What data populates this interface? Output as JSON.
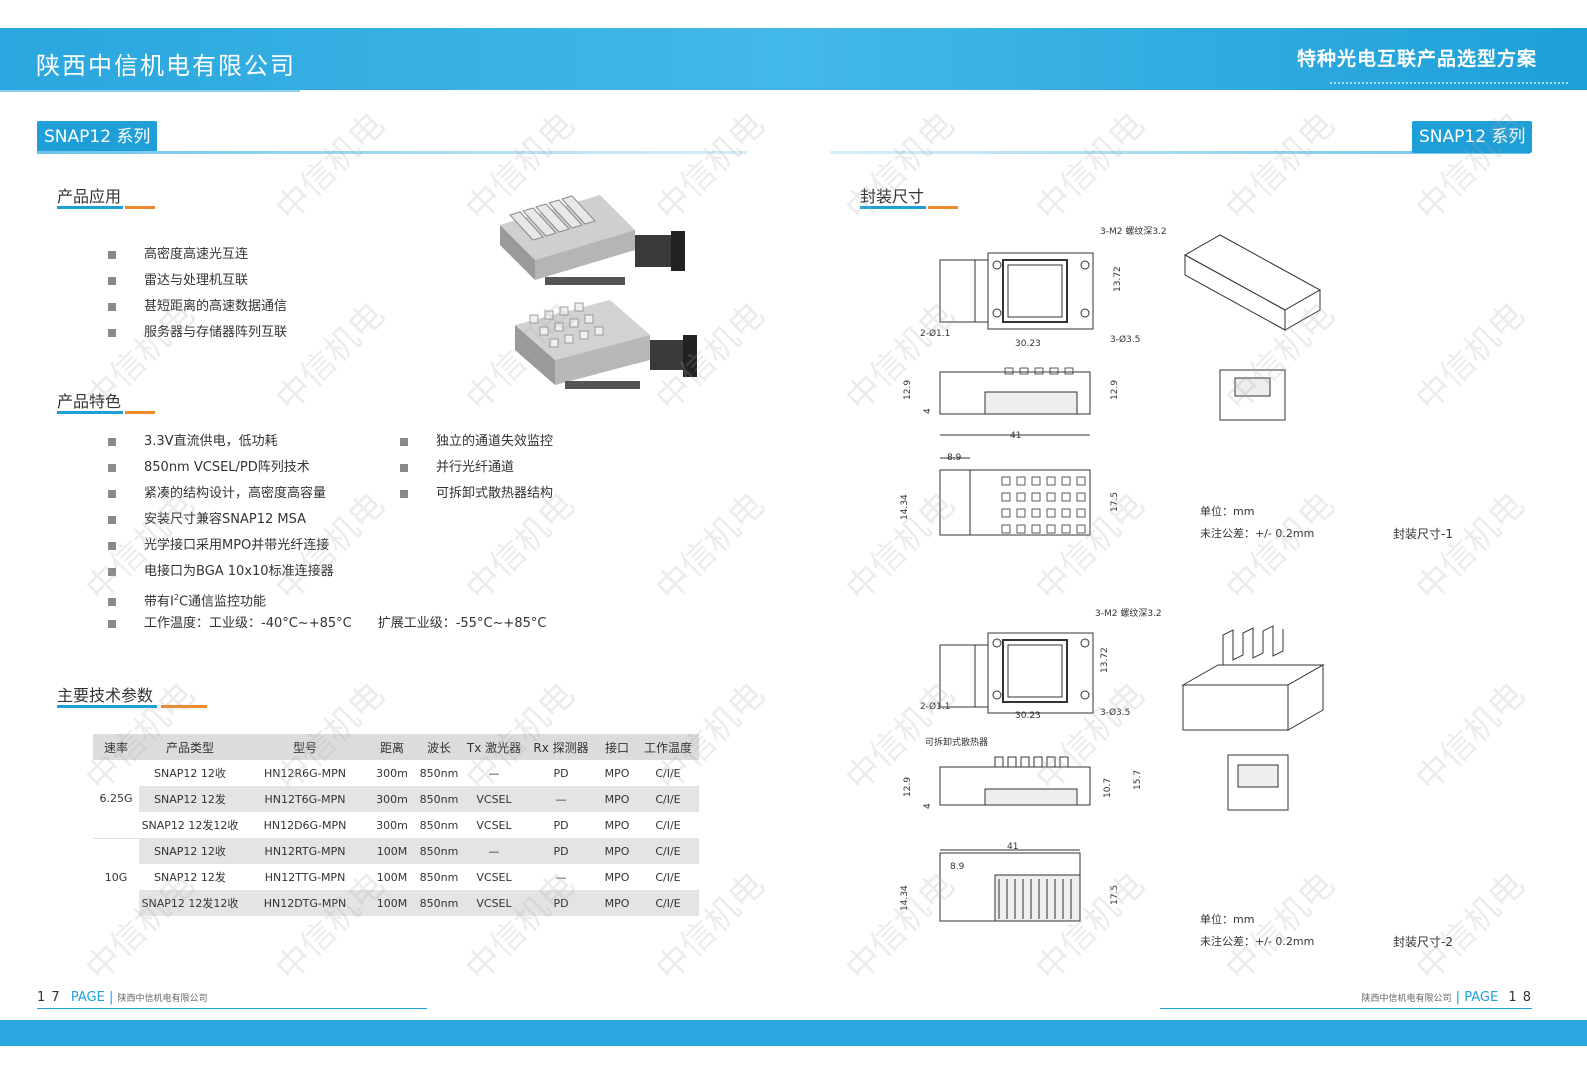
{
  "header": {
    "company": "陕西中信机电有限公司",
    "doc_title": "特种光电互联产品选型方案"
  },
  "left": {
    "series_label": "SNAP12 系列",
    "app": {
      "heading": "产品应用",
      "items": [
        "高密度高速光互连",
        "雷达与处理机互联",
        "甚短距离的高速数据通信",
        "服务器与存储器阵列互联"
      ]
    },
    "features": {
      "heading": "产品特色",
      "col1": [
        "3.3V直流供电，低功耗",
        "850nm VCSEL/PD阵列技术",
        "紧凑的结构设计，高密度高容量",
        "安装尺寸兼容SNAP12 MSA",
        "光学接口采用MPO并带光纤连接",
        "电接口为BGA 10x10标准连接器"
      ],
      "i2c": {
        "pre": "带有I",
        "sup": "2",
        "post": "C通信监控功能"
      },
      "temp": {
        "label": "工作温度：工业级：-40°C~+85°C",
        "ext": "扩展工业级：-55°C~+85°C"
      },
      "col2": [
        "独立的通道失效监控",
        "并行光纤通道",
        "可拆卸式散热器结构"
      ]
    },
    "params": {
      "heading": "主要技术参数",
      "headers": [
        "速率",
        "产品类型",
        "型号",
        "距离",
        "波长",
        "Tx 激光器",
        "Rx 探测器",
        "接口",
        "工作温度"
      ],
      "groups": [
        {
          "rate": "6.25G",
          "rows": [
            [
              "SNAP12 12收",
              "HN12R6G-MPN",
              "300m",
              "850nm",
              "—",
              "PD",
              "MPO",
              "C/I/E"
            ],
            [
              "SNAP12 12发",
              "HN12T6G-MPN",
              "300m",
              "850nm",
              "VCSEL",
              "—",
              "MPO",
              "C/I/E"
            ],
            [
              "SNAP12 12发12收",
              "HN12D6G-MPN",
              "300m",
              "850nm",
              "VCSEL",
              "PD",
              "MPO",
              "C/I/E"
            ]
          ]
        },
        {
          "rate": "10G",
          "rows": [
            [
              "SNAP12 12收",
              "HN12RTG-MPN",
              "100M",
              "850nm",
              "—",
              "PD",
              "MPO",
              "C/I/E"
            ],
            [
              "SNAP12 12发",
              "HN12TTG-MPN",
              "100M",
              "850nm",
              "VCSEL",
              "—",
              "MPO",
              "C/I/E"
            ],
            [
              "SNAP12 12发12收",
              "HN12DTG-MPN",
              "100M",
              "850nm",
              "VCSEL",
              "PD",
              "MPO",
              "C/I/E"
            ]
          ]
        }
      ]
    },
    "footer": {
      "page_num": "1 7",
      "page_word": "PAGE",
      "company": "陕西中信机电有限公司"
    }
  },
  "right": {
    "series_label": "SNAP12 系列",
    "heading": "封装尺寸",
    "drawing1": {
      "dims": {
        "top": "3-M2 螺纹深3.2",
        "right": "13.72",
        "left_hole": "2-Ø1.1",
        "width": "30.23",
        "hole": "3-Ø3.5",
        "h1": "12.9",
        "h2": "4",
        "h3": "12.9",
        "len": "41",
        "off": "8.9",
        "w1": "14.34",
        "w2": "17.5"
      },
      "unit": "单位：mm",
      "tol": "未注公差：+/- 0.2mm",
      "caption": "封装尺寸-1"
    },
    "drawing2": {
      "dims": {
        "top": "3-M2 螺纹深3.2",
        "right": "13.72",
        "left_hole": "2-Ø1.1",
        "width": "30.23",
        "hole": "3-Ø3.5",
        "heatsink": "可拆卸式散热器",
        "h1": "12.9",
        "h2": "4",
        "h3": "10.7",
        "h4": "15.7",
        "len": "41",
        "off": "8.9",
        "w1": "14.34",
        "w2": "17.5"
      },
      "unit": "单位：mm",
      "tol": "未注公差：+/- 0.2mm",
      "caption": "封装尺寸-2"
    },
    "footer": {
      "company": "陕西中信机电有限公司",
      "page_word": "PAGE",
      "page_num": "1 8"
    }
  },
  "watermark": "中信机电",
  "colors": {
    "accent": "#1e9fd8",
    "orange": "#ef8a2a",
    "bar": "#2aa7de"
  }
}
